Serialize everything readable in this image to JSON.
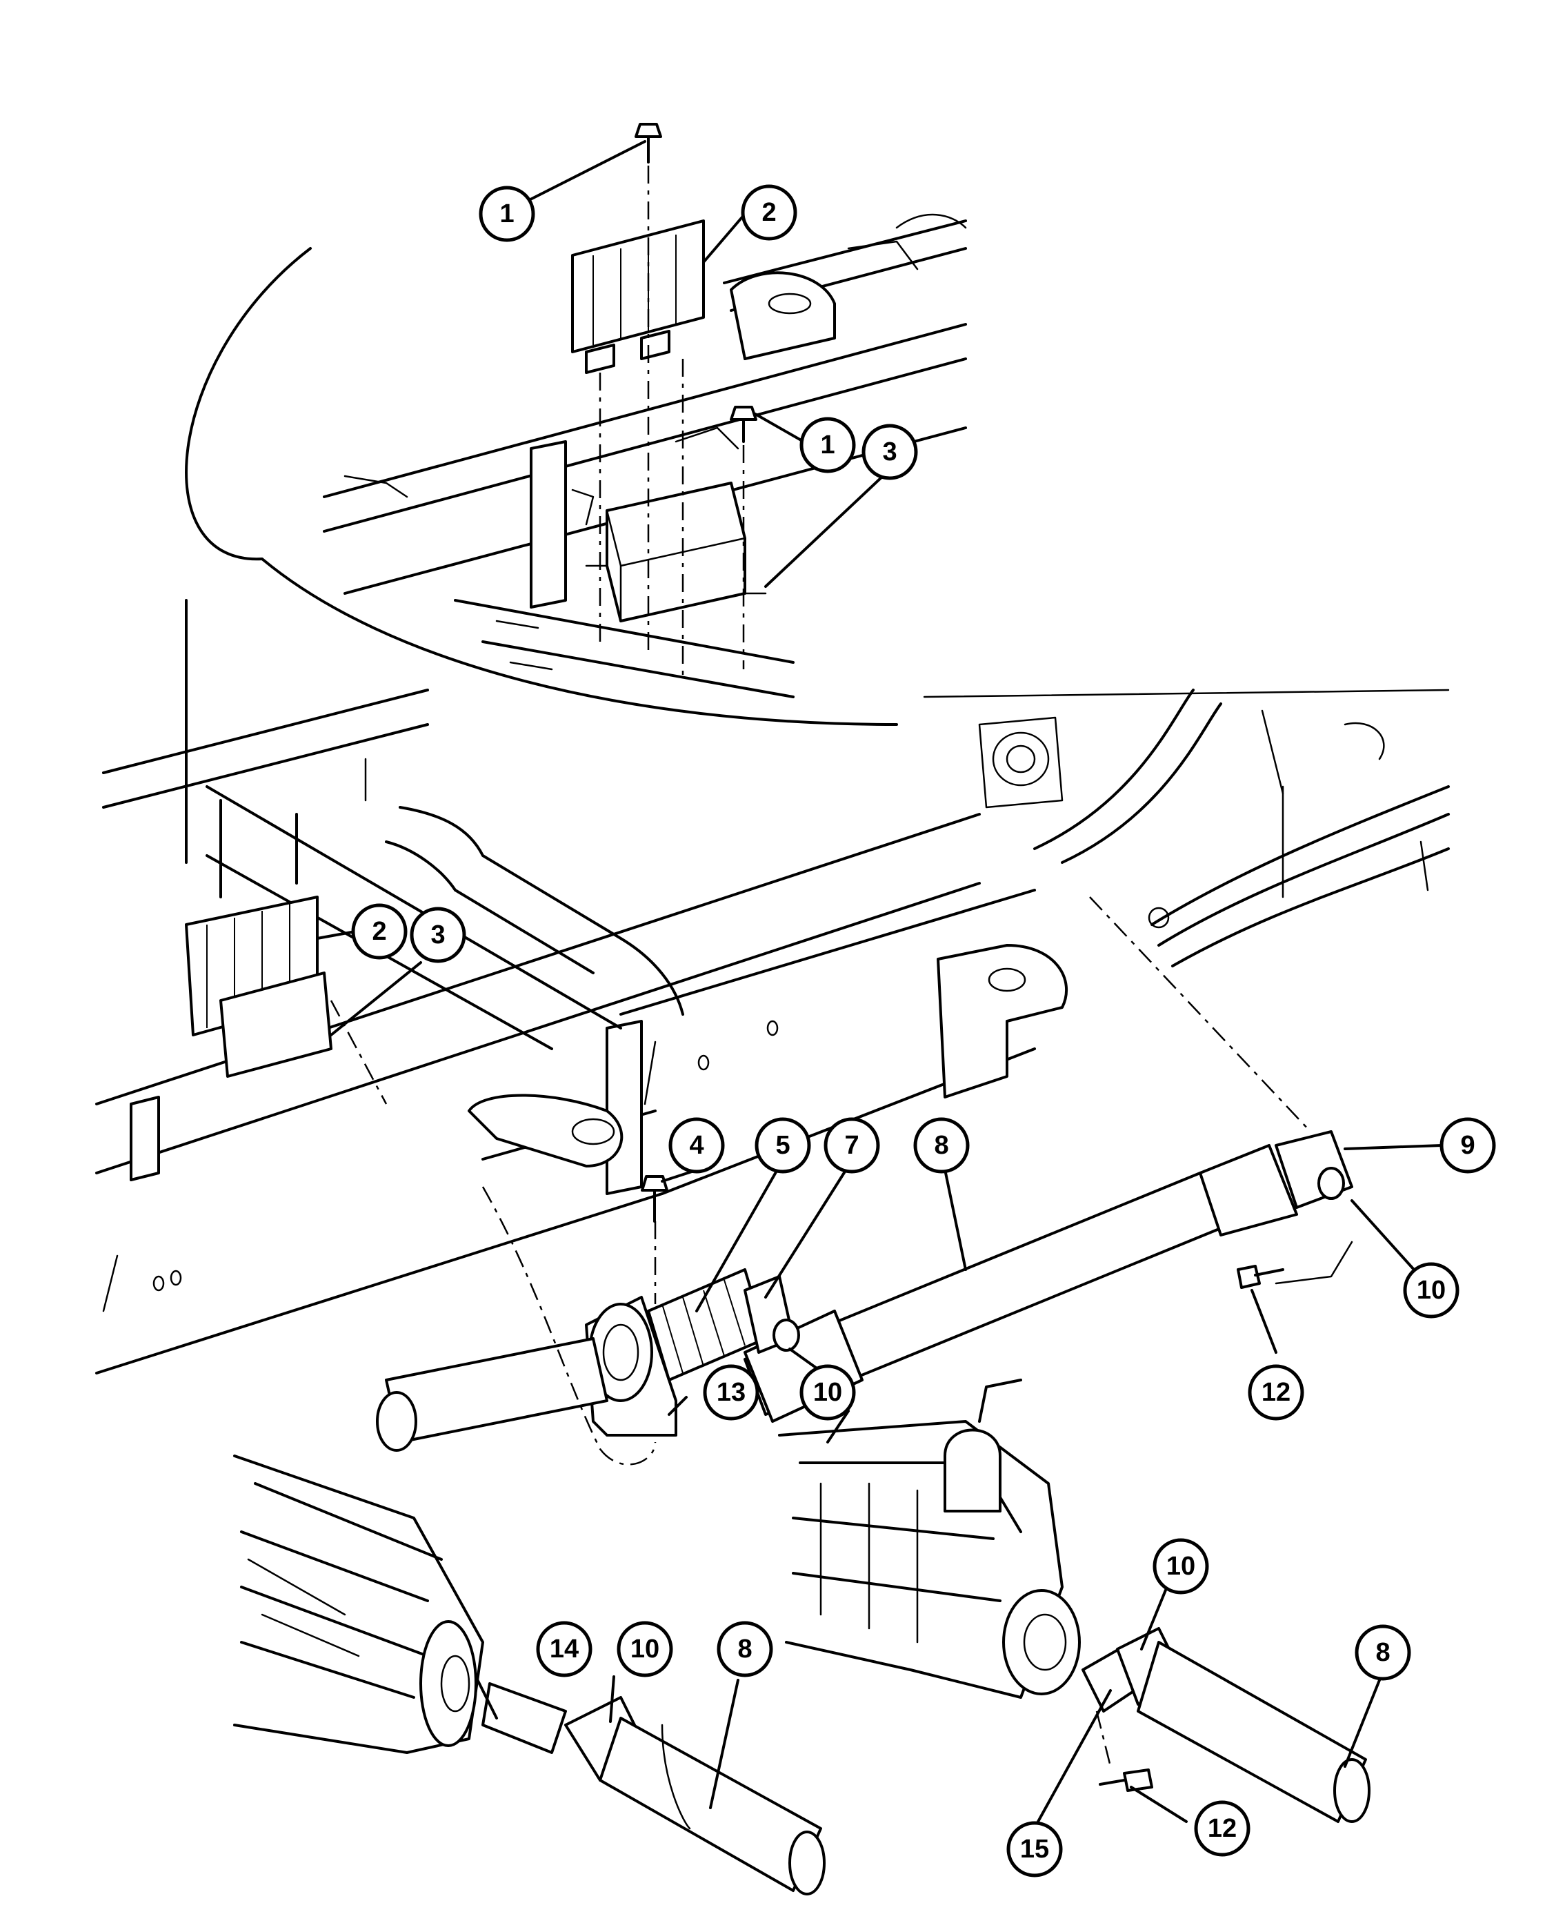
{
  "callouts": [
    {
      "id": "c1a",
      "label": "1"
    },
    {
      "id": "c2a",
      "label": "2"
    },
    {
      "id": "c1b",
      "label": "1"
    },
    {
      "id": "c3a",
      "label": "3"
    },
    {
      "id": "c2b",
      "label": "2"
    },
    {
      "id": "c3b",
      "label": "3"
    },
    {
      "id": "c4",
      "label": "4"
    },
    {
      "id": "c5",
      "label": "5"
    },
    {
      "id": "c7",
      "label": "7"
    },
    {
      "id": "c8a",
      "label": "8"
    },
    {
      "id": "c9",
      "label": "9"
    },
    {
      "id": "c10a",
      "label": "10"
    },
    {
      "id": "c10b",
      "label": "10"
    },
    {
      "id": "c12a",
      "label": "12"
    },
    {
      "id": "c13",
      "label": "13"
    },
    {
      "id": "c10c",
      "label": "10"
    },
    {
      "id": "c14",
      "label": "14"
    },
    {
      "id": "c10d",
      "label": "10"
    },
    {
      "id": "c8b",
      "label": "8"
    },
    {
      "id": "c8c",
      "label": "8"
    },
    {
      "id": "c15",
      "label": "15"
    },
    {
      "id": "c12b",
      "label": "12"
    }
  ]
}
